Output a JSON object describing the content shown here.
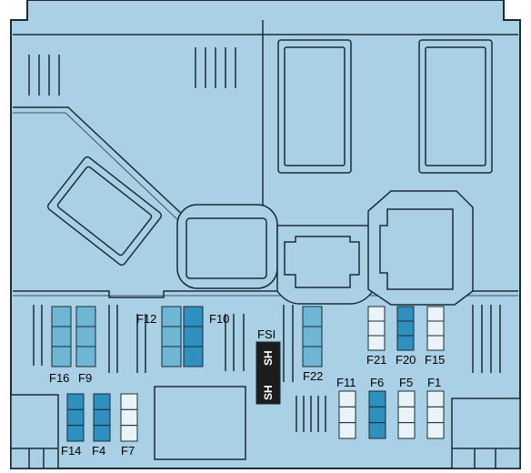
{
  "colors": {
    "background": "#a9d0e5",
    "outline": "#1a2c38",
    "fuse_light": "#e9f3f8",
    "fuse_mid": "#6fb5d4",
    "fuse_dark": "#2f8fbf",
    "strip": "#1c1c1c"
  },
  "labels": {
    "f16": "F16",
    "f9": "F9",
    "f12": "F12",
    "f10": "F10",
    "fsi": "FSI",
    "sh_top": "SH",
    "sh_bottom": "SH",
    "f22": "F22",
    "f21": "F21",
    "f20": "F20",
    "f15": "F15",
    "f11": "F11",
    "f6": "F6",
    "f5": "F5",
    "f1": "F1",
    "f14": "F14",
    "f4": "F4",
    "f7": "F7"
  },
  "fuses": {
    "f16": {
      "segments": 3,
      "color": "#6fb5d4"
    },
    "f9": {
      "segments": 3,
      "color": "#6fb5d4"
    },
    "f12_a": {
      "segments": 3,
      "color": "#6fb5d4"
    },
    "f12_b": {
      "segments": 3,
      "color": "#2f8fbf"
    },
    "f10": {
      "segments": 3,
      "color": "#2f8fbf"
    },
    "f22": {
      "segments": 3,
      "color": "#6fb5d4"
    },
    "f21": {
      "segments": 3,
      "color": "#e9f3f8"
    },
    "f20": {
      "segments": 3,
      "color": "#2f8fbf"
    },
    "f15": {
      "segments": 3,
      "color": "#e9f3f8"
    },
    "f11": {
      "segments": 3,
      "color": "#e9f3f8"
    },
    "f6": {
      "segments": 3,
      "color": "#2f8fbf"
    },
    "f5": {
      "segments": 3,
      "color": "#e9f3f8"
    },
    "f1": {
      "segments": 3,
      "color": "#e9f3f8"
    },
    "f14": {
      "segments": 3,
      "color": "#2f8fbf"
    },
    "f4": {
      "segments": 3,
      "color": "#2f8fbf"
    },
    "f7": {
      "segments": 3,
      "color": "#e9f3f8"
    }
  }
}
